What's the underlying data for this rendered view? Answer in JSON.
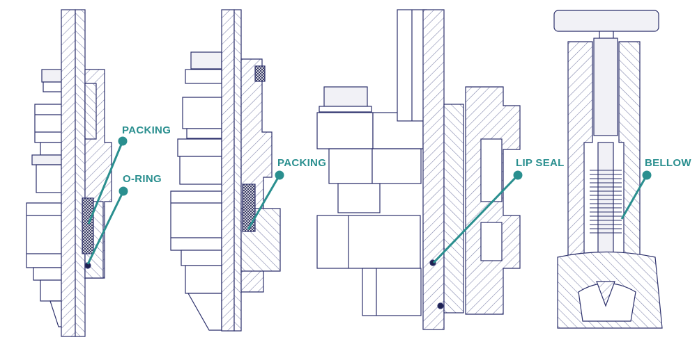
{
  "colors": {
    "line": "#2b2f6b",
    "hatch": "#7a7fa8",
    "accent": "#2a8f8f",
    "fill_light": "#f1f1f6",
    "packing_fill": "#1e2150"
  },
  "callouts": {
    "packing_1": "PACKING",
    "oring": "O-RING",
    "packing_2": "PACKING",
    "lip_seal": "LIP SEAL",
    "bellow": "BELLOW"
  }
}
